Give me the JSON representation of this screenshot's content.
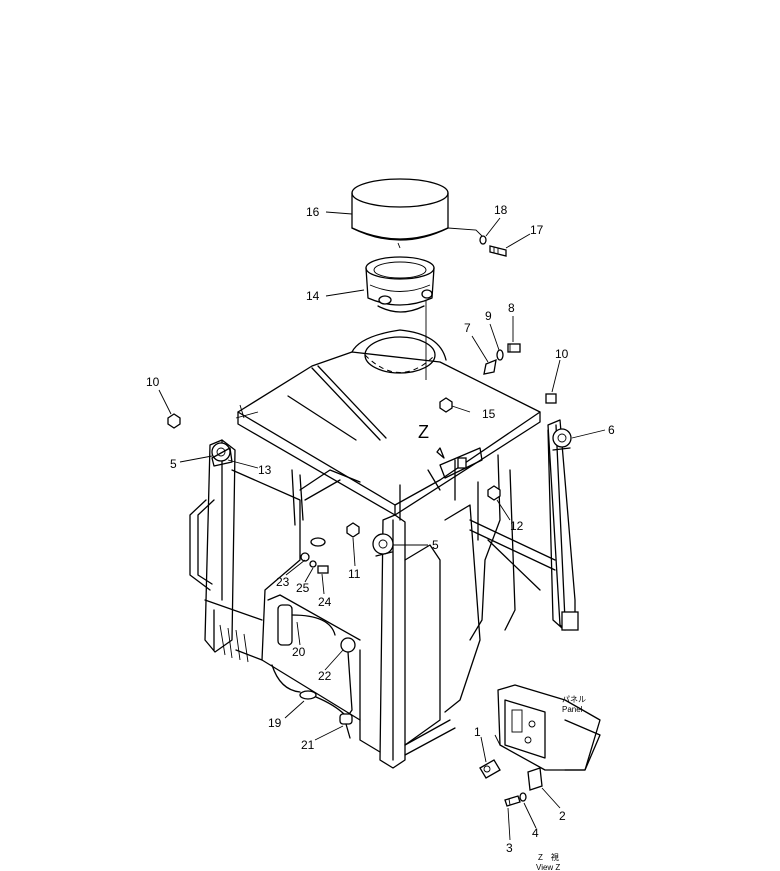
{
  "callouts": {
    "c1": "1",
    "c2": "2",
    "c3": "3",
    "c4": "4",
    "c5a": "5",
    "c5b": "5",
    "c6": "6",
    "c7": "7",
    "c8": "8",
    "c9": "9",
    "c10a": "10",
    "c10b": "10",
    "c11": "11",
    "c12": "12",
    "c13": "13",
    "c14": "14",
    "c15": "15",
    "c16": "16",
    "c17": "17",
    "c18": "18",
    "c19": "19",
    "c20": "20",
    "c21": "21",
    "c22": "22",
    "c23": "23",
    "c24": "24",
    "c25": "25"
  },
  "view_marker": "Z",
  "panel_label_jp": "パネル",
  "panel_label": "Panel",
  "view_caption_jp": "Z　視",
  "view_caption": "View Z"
}
